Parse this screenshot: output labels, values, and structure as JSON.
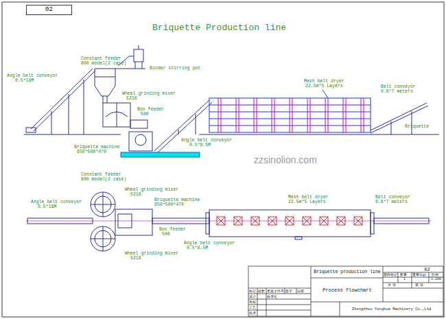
{
  "diagram": {
    "title": "Briquette Production line",
    "nodes": [
      {
        "text": [
          "02"
        ]
      },
      {
        "text": [
          "Briquette production line"
        ]
      },
      {
        "text": [
          "02"
        ]
      },
      {
        "text": [
          "Process flowchart"
        ]
      },
      {
        "text": [
          "Zhengzhou Yonghua Machinery Co.,Ltd"
        ]
      }
    ],
    "labels": [
      "Constant feeder",
      "800 model(2 case)",
      "Binder stirring pot",
      "Angle belt conveyor",
      "0.5*18M",
      "Wheel grinding mixer",
      "5218",
      "Box feeder",
      "500",
      "Briquette machine",
      "650*500*470",
      "Angle belt conveyor",
      "0.5*8.5M",
      "Mesh belt dryer",
      "22.5m*5 Layers",
      "Belt conveyor",
      "0.8*7 meters",
      "Briquette",
      "zzsinolion.com",
      "Constant feeder",
      "800 model(2 case)",
      "Wheel grinding mixer",
      "5218",
      "Briquette machine",
      "650*500*470",
      "Angle belt conveyor",
      "0.5*18M",
      "Box feeder",
      "500",
      "Wheel grinding mixer",
      "5218",
      "Angle belt conveyor",
      "0.5*8.5M",
      "Mesh belt dryer",
      "22.5m*5 Layers",
      "Belt conveyor",
      "0.8*7 meters",
      "图样标记",
      "数量",
      "重量(kg)",
      "比例",
      "1",
      "1:100",
      "共  张",
      "第  张",
      "标记",
      "处数",
      "更改文件号",
      "签字",
      "日期",
      "设计",
      "标准化",
      "审核",
      "工艺",
      "批准"
    ]
  }
}
